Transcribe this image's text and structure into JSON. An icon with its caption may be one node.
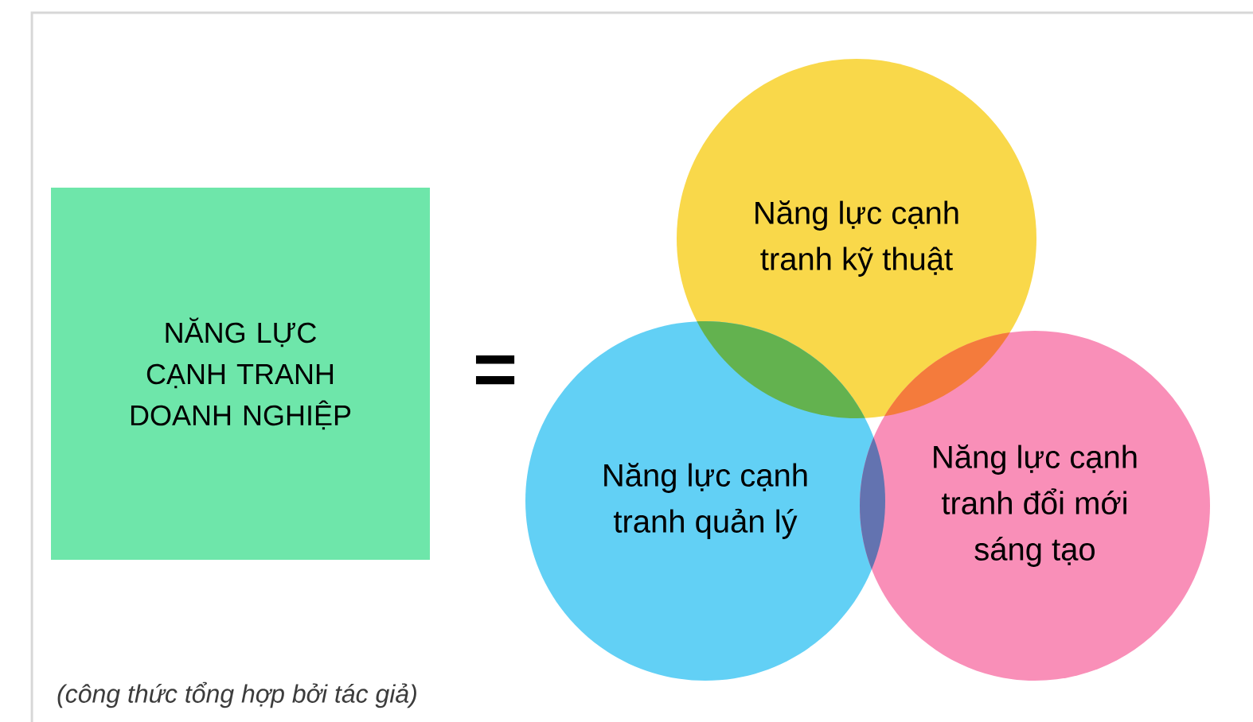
{
  "diagram": {
    "caption": "(công thức tổng hợp bởi tác giả)",
    "nodes": [
      {
        "text": [
          "NĂNG LỰC CẠNH TRANH DOANH NGHIỆP"
        ]
      },
      {
        "text": [
          "Năng lực cạnh tranh kỹ thuật"
        ]
      },
      {
        "text": [
          "Năng lực cạnh tranh quản lý"
        ]
      },
      {
        "text": [
          "Năng lực cạnh tranh đổi mới sáng tạo"
        ]
      }
    ],
    "labels": [
      "="
    ]
  }
}
